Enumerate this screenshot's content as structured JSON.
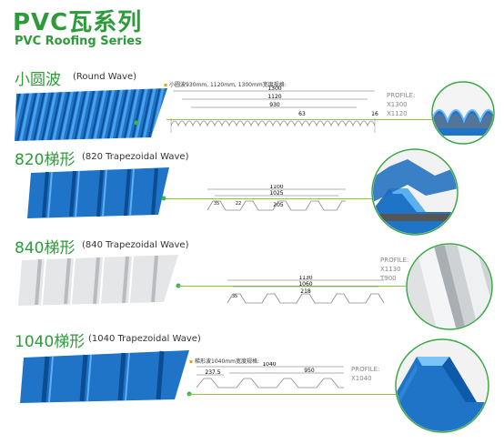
{
  "header": {
    "title_cn": "PVC瓦系列",
    "title_en": "PVC Roofing Series"
  },
  "sections": [
    {
      "name_cn": "小圆波",
      "name_en": "(Round Wave)",
      "spec_note": "小圆波930mm, 1120mm, 1300mm宽度规格:",
      "dims": [
        "1300",
        "1120",
        "930",
        "63",
        "16"
      ],
      "profile_label": "PROFILE:",
      "profiles": [
        "X1300",
        "X1120"
      ],
      "color": "#1f74c8"
    },
    {
      "name_cn": "820梯形",
      "name_en": "(820 Trapezoidal Wave)",
      "dims": [
        "1100",
        "1025",
        "205",
        "35",
        "22"
      ],
      "color": "#1f74c8"
    },
    {
      "name_cn": "840梯形",
      "name_en": "(840 Trapezoidal Wave)",
      "dims": [
        "1130",
        "1060",
        "218",
        "35"
      ],
      "profile_label": "PROFILE:",
      "profiles": [
        "X1130",
        "T900"
      ],
      "color": "#e4e6e8"
    },
    {
      "name_cn": "1040梯形",
      "name_en": "(1040 Trapezoidal Wave)",
      "spec_note": "梯形波1040mm宽度规格:",
      "dims": [
        "1040",
        "237.5",
        "950"
      ],
      "profile_label": "PROFILE:",
      "profiles": [
        "X1040"
      ],
      "color": "#1f74c8"
    }
  ]
}
